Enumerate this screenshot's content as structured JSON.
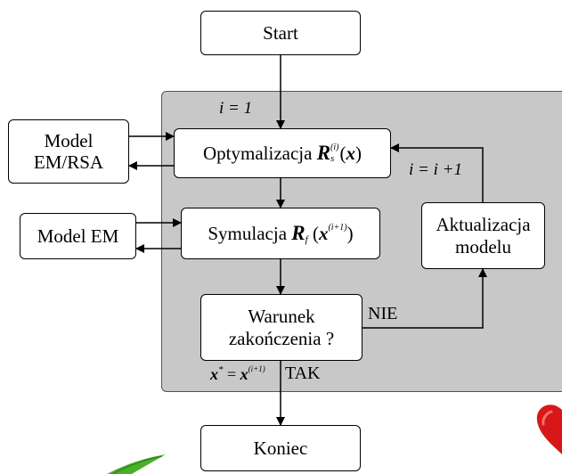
{
  "nodes": {
    "start": "Start",
    "optimize_prefix": "Optymalizacja ",
    "optimize_R": "R",
    "optimize_sub": "s",
    "optimize_sup": "(i)",
    "optimize_arg_open": "(",
    "optimize_arg_x": "x",
    "optimize_arg_close": ")",
    "model_em_rsa_line1": "Model",
    "model_em_rsa_line2": "EM/RSA",
    "simulate_prefix": "Symulacja ",
    "simulate_R": "R",
    "simulate_sub": "f",
    "simulate_arg_open": " (",
    "simulate_arg_x": "x",
    "simulate_arg_sup": "(i+1)",
    "simulate_arg_close": ")",
    "model_em": "Model EM",
    "update_line1": "Aktualizacja",
    "update_line2": "modelu",
    "condition_line1": "Warunek",
    "condition_line2": "zakończenia ?",
    "end": "Koniec"
  },
  "labels": {
    "init": "i = 1",
    "increment": "i = i +1",
    "no": "NIE",
    "yes": "TAK",
    "result_x": "x",
    "result_star": "*",
    "result_eq": " = ",
    "result_x2": "x",
    "result_sup": "(i+1)"
  },
  "colors": {
    "region_fill": "#c8c8c8",
    "checkmark": "#4caf2a",
    "heart": "#d81818"
  }
}
